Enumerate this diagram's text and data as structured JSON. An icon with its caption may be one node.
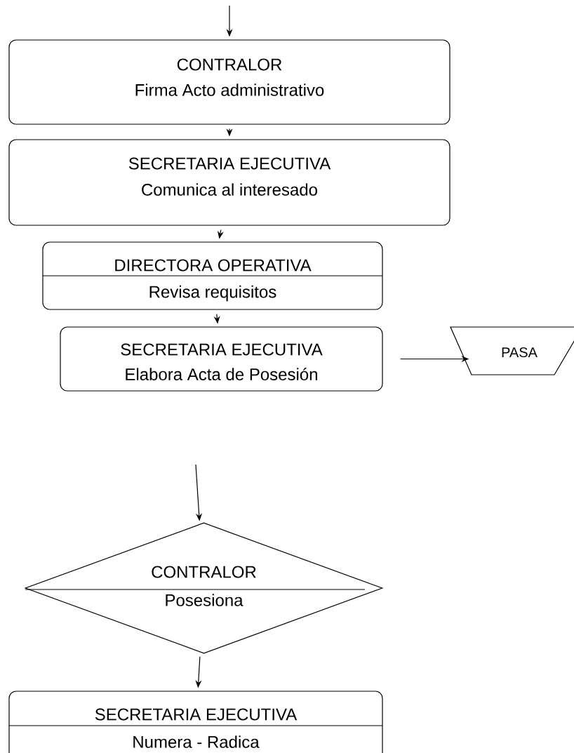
{
  "diagram": {
    "nodes": [
      {
        "text": [
          "CONTRALOR",
          "Firma Acto administrativo"
        ]
      },
      {
        "text": [
          "SECRETARIA EJECUTIVA",
          "Comunica al interesado"
        ]
      },
      {
        "text": [
          "DIRECTORA OPERATIVA",
          "Revisa requisitos"
        ]
      },
      {
        "text": [
          "SECRETARIA EJECUTIVA",
          "Elabora Acta de Posesión"
        ]
      },
      {
        "text": [
          "PASA"
        ]
      },
      {
        "text": [
          "CONTRALOR",
          "Posesiona"
        ]
      },
      {
        "text": [
          "SECRETARIA EJECUTIVA",
          "Numera - Radica"
        ]
      }
    ],
    "edges": [
      {
        "from": null,
        "to": 0,
        "arrow": "to"
      },
      {
        "from": 0,
        "to": 1,
        "arrow": "to"
      },
      {
        "from": 1,
        "to": 2,
        "arrow": "to"
      },
      {
        "from": 2,
        "to": 3,
        "arrow": "to"
      },
      {
        "from": 3,
        "to": 4,
        "arrow": "to"
      },
      {
        "from": null,
        "to": 5,
        "arrow": "to"
      },
      {
        "from": 5,
        "to": 6,
        "arrow": "to"
      }
    ]
  }
}
